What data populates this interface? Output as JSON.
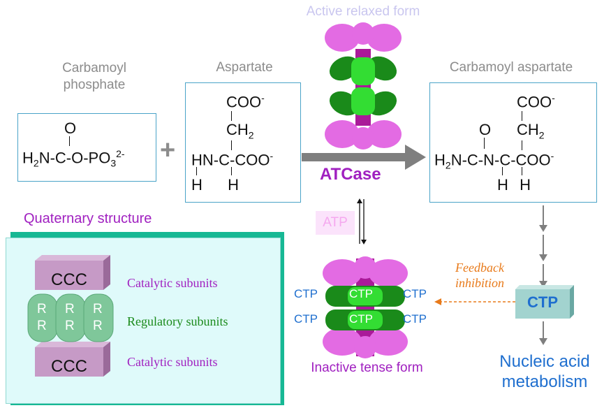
{
  "title_active": "Active relaxed form",
  "title_inactive": "Inactive tense form",
  "labels": {
    "carbamoyl_phosphate_line1": "Carbamoyl",
    "carbamoyl_phosphate_line2": "phosphate",
    "aspartate": "Aspartate",
    "carbamoyl_aspartate": "Carbamoyl aspartate",
    "enzyme": "ATCase",
    "atp": "ATP",
    "feedback_line1": "Feedback",
    "feedback_line2": "inhibition",
    "ctp_box": "CTP",
    "nucleic_line1": "Nucleic acid",
    "nucleic_line2": "metabolism",
    "quaternary": "Quaternary structure",
    "plus": "+"
  },
  "carbamoyl_phosphate": {
    "o_top": "O",
    "main": "H",
    "main_sub": "2",
    "main_rest": "N-C-O-PO",
    "main_sub2": "3",
    "main_sup": "2-"
  },
  "aspartate_struct": {
    "coo_top": "COO",
    "coo_top_sup": "-",
    "ch2": "CH",
    "ch2_sub": "2",
    "row": "HN-C-COO",
    "row_sup": "-",
    "hh": "H  H"
  },
  "carbamoyl_aspartate_struct": {
    "coo_top": "COO",
    "coo_top_sup": "-",
    "o": "O",
    "ch2": "CH",
    "ch2_sub": "2",
    "row_pre": "H",
    "row_sub": "2",
    "row": "N-C-N-C-COO",
    "row_sup": "-",
    "hh": "H  H"
  },
  "inactive_ctp": {
    "left_top": "CTP",
    "center_top": "CTP",
    "right_top": "CTP",
    "left_bottom": "CTP",
    "center_bottom": "CTP",
    "right_bottom": "CTP"
  },
  "quaternary_panel": {
    "ccc_top": "CCC",
    "ccc_bottom": "CCC",
    "r_units": [
      "R",
      "R",
      "R",
      "R",
      "R",
      "R"
    ],
    "catalytic_top": "Catalytic subunits",
    "regulatory": "Regulatory subunits",
    "catalytic_bottom": "Catalytic subunits"
  },
  "colors": {
    "catalytic": "#e36be3",
    "regulatory_dark": "#1a8a1a",
    "regulatory_light": "#33dd33",
    "purple_text": "#a020c0",
    "green_text": "#1a8a1a",
    "blue_text": "#1f6fcf",
    "orange_text": "#e87a1a",
    "panel_bg": "#dffafa",
    "panel_border": "#17b894"
  }
}
